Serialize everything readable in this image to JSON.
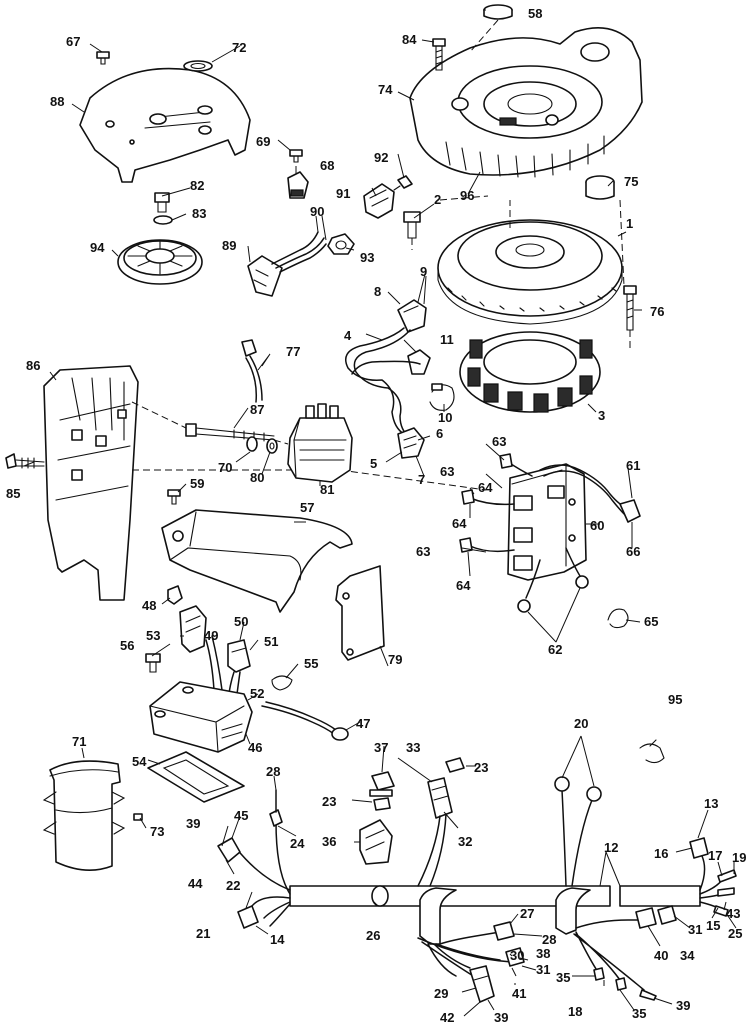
{
  "callouts": [
    {
      "n": "1"
    },
    {
      "n": "2"
    },
    {
      "n": "3"
    },
    {
      "n": "4"
    },
    {
      "n": "5"
    },
    {
      "n": "6"
    },
    {
      "n": "7"
    },
    {
      "n": "8"
    },
    {
      "n": "9"
    },
    {
      "n": "10"
    },
    {
      "n": "11"
    },
    {
      "n": "12"
    },
    {
      "n": "13"
    },
    {
      "n": "14"
    },
    {
      "n": "15"
    },
    {
      "n": "16"
    },
    {
      "n": "17"
    },
    {
      "n": "18"
    },
    {
      "n": "19"
    },
    {
      "n": "20"
    },
    {
      "n": "21"
    },
    {
      "n": "22"
    },
    {
      "n": "23"
    },
    {
      "n": "23"
    },
    {
      "n": "24"
    },
    {
      "n": "25"
    },
    {
      "n": "26"
    },
    {
      "n": "27"
    },
    {
      "n": "28"
    },
    {
      "n": "28"
    },
    {
      "n": "29"
    },
    {
      "n": "30"
    },
    {
      "n": "31"
    },
    {
      "n": "31"
    },
    {
      "n": "32"
    },
    {
      "n": "33"
    },
    {
      "n": "34"
    },
    {
      "n": "35"
    },
    {
      "n": "35"
    },
    {
      "n": "36"
    },
    {
      "n": "37"
    },
    {
      "n": "38"
    },
    {
      "n": "39"
    },
    {
      "n": "39"
    },
    {
      "n": "39"
    },
    {
      "n": "40"
    },
    {
      "n": "41"
    },
    {
      "n": "42"
    },
    {
      "n": "43"
    },
    {
      "n": "44"
    },
    {
      "n": "45"
    },
    {
      "n": "46"
    },
    {
      "n": "47"
    },
    {
      "n": "48"
    },
    {
      "n": "49"
    },
    {
      "n": "50"
    },
    {
      "n": "51"
    },
    {
      "n": "52"
    },
    {
      "n": "53"
    },
    {
      "n": "54"
    },
    {
      "n": "55"
    },
    {
      "n": "56"
    },
    {
      "n": "57"
    },
    {
      "n": "58"
    },
    {
      "n": "59"
    },
    {
      "n": "60"
    },
    {
      "n": "61"
    },
    {
      "n": "62"
    },
    {
      "n": "63"
    },
    {
      "n": "63"
    },
    {
      "n": "63"
    },
    {
      "n": "64"
    },
    {
      "n": "64"
    },
    {
      "n": "64"
    },
    {
      "n": "65"
    },
    {
      "n": "66"
    },
    {
      "n": "67"
    },
    {
      "n": "68"
    },
    {
      "n": "69"
    },
    {
      "n": "70"
    },
    {
      "n": "71"
    },
    {
      "n": "72"
    },
    {
      "n": "73"
    },
    {
      "n": "74"
    },
    {
      "n": "75"
    },
    {
      "n": "76"
    },
    {
      "n": "77"
    },
    {
      "n": "79"
    },
    {
      "n": "80"
    },
    {
      "n": "81"
    },
    {
      "n": "82"
    },
    {
      "n": "83"
    },
    {
      "n": "84"
    },
    {
      "n": "85"
    },
    {
      "n": "86"
    },
    {
      "n": "87"
    },
    {
      "n": "88"
    },
    {
      "n": "89"
    },
    {
      "n": "90"
    },
    {
      "n": "91"
    },
    {
      "n": "92"
    },
    {
      "n": "93"
    },
    {
      "n": "94"
    },
    {
      "n": "95"
    },
    {
      "n": "96"
    }
  ]
}
